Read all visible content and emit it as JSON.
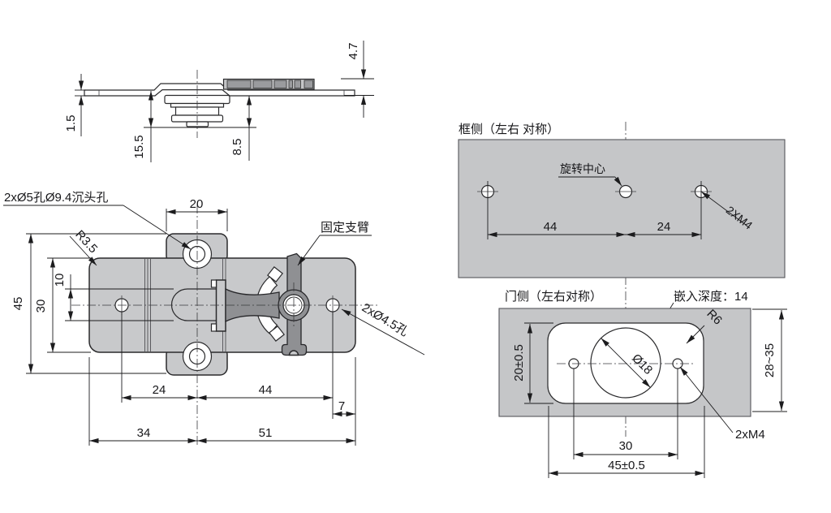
{
  "side_view": {
    "dim_4_7": "4.7",
    "dim_1_5": "1.5",
    "dim_15_5": "15.5",
    "dim_8_5": "8.5"
  },
  "plan_view": {
    "label_counterbore": "2xØ5孔Ø9.4沉头孔",
    "label_fillet": "R3.5",
    "label_fixed_arm": "固定支臂",
    "label_holes": "2xØ4.5孔",
    "dim_tab_width": "20",
    "dim_overall_height": "45",
    "dim_body_height": "30",
    "dim_slot": "10",
    "dim_hole_left": "24",
    "dim_hole_right": "44",
    "dim_edge": "7",
    "dim_left_span": "34",
    "dim_right_span": "51"
  },
  "frame_panel": {
    "title": "框侧（左右 对称）",
    "label_rotation_center": "旋转中心",
    "label_thread": "2XM4",
    "dim_left": "44",
    "dim_right": "24"
  },
  "door_panel": {
    "title": "门侧（左右对称）",
    "label_depth": "嵌入深度：14",
    "label_fillet": "R6",
    "label_thread": "2xM4",
    "dim_cutout_height": "20±0.5",
    "dim_circle": "Ø18",
    "dim_panel_height": "28~35",
    "dim_holes": "30",
    "dim_cutout_width": "45±0.5"
  },
  "colors": {
    "part_fill": "#c8c9cb",
    "panel_fill": "#c5c6c8",
    "dark_part_fill": "#8f9093",
    "outline": "#2a2a2c",
    "dimension": "#1c1c1e"
  }
}
